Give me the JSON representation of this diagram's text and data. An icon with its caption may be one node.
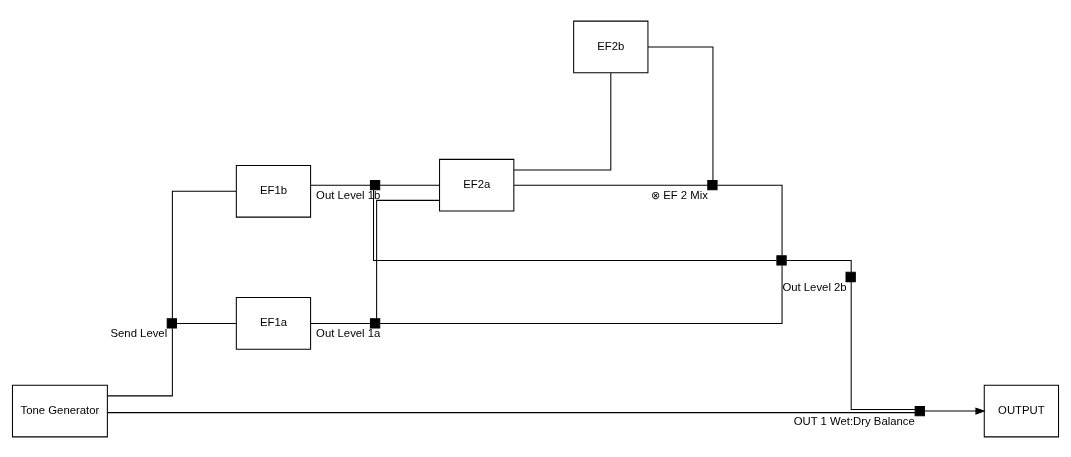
{
  "diagram": {
    "nodes": [
      {
        "text": [
          "Tone Generator"
        ]
      },
      {
        "text": [],
        "shape": "box",
        "beside": [
          "Send Level"
        ]
      },
      {
        "text": [
          "EF1a"
        ]
      },
      {
        "text": [],
        "shape": "box",
        "beside": [
          "Out Level 1a"
        ]
      },
      {
        "text": [
          "EF1b"
        ]
      },
      {
        "text": [],
        "shape": "box",
        "beside": [
          "Out Level 1b"
        ]
      },
      {
        "text": [],
        "shape": "box",
        "beside": [
          "OUT 1 Wet:Dry Balance"
        ]
      },
      {
        "text": [
          "OUTPUT"
        ]
      },
      {
        "text": [
          "EF2a"
        ]
      },
      {
        "text": [
          "EF2b"
        ]
      },
      {
        "text": [],
        "shape": "box",
        "beside": [
          "⊗ EF 2 Mix"
        ]
      },
      {
        "text": [],
        "shape": "box"
      },
      {
        "text": [],
        "shape": "box",
        "beside": [
          "Out Level 2b"
        ]
      }
    ],
    "edges": [
      {
        "from": 0,
        "to": 1,
        "arrow": "none"
      },
      {
        "from": 0,
        "to": 6,
        "arrow": "none"
      },
      {
        "from": 1,
        "to": 2,
        "arrow": "none"
      },
      {
        "from": 1,
        "to": 4,
        "arrow": "none"
      },
      {
        "from": 2,
        "to": 3,
        "arrow": "none"
      },
      {
        "from": 4,
        "to": 5,
        "arrow": "none"
      },
      {
        "from": 3,
        "to": 8,
        "arrow": "none"
      },
      {
        "from": 3,
        "to": 11,
        "arrow": "none"
      },
      {
        "from": 5,
        "to": 8,
        "arrow": "none"
      },
      {
        "from": 5,
        "to": 11,
        "arrow": "none"
      },
      {
        "from": 8,
        "to": 10,
        "arrow": "none"
      },
      {
        "from": 8,
        "to": 9,
        "arrow": "none"
      },
      {
        "from": 9,
        "to": 10,
        "arrow": "none"
      },
      {
        "from": 10,
        "to": 11,
        "arrow": "none"
      },
      {
        "from": 11,
        "to": 12,
        "arrow": "none"
      },
      {
        "from": 12,
        "to": 6,
        "arrow": "none"
      },
      {
        "from": 6,
        "to": 7,
        "arrow": "to"
      }
    ]
  }
}
